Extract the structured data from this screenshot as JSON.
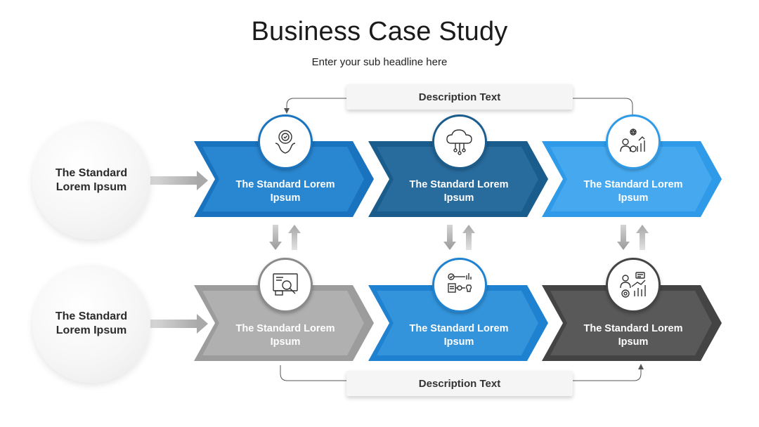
{
  "title": "Business Case Study",
  "subtitle": "Enter your sub headline here",
  "description_top": "Description Text",
  "description_bottom": "Description Text",
  "side_labels": [
    {
      "line1": "The Standard",
      "line2": "Lorem Ipsum"
    },
    {
      "line1": "The Standard",
      "line2": "Lorem Ipsum"
    }
  ],
  "steps": [
    {
      "line1": "The Standard Lorem",
      "line2": "Ipsum",
      "icon": "award-hand-icon",
      "color_outer": "#1a73be",
      "color_inner": "#2b88d2"
    },
    {
      "line1": "The Standard Lorem",
      "line2": "Ipsum",
      "icon": "cloud-network-icon",
      "color_outer": "#1a5c8c",
      "color_inner": "#2a6d9e"
    },
    {
      "line1": "The Standard Lorem",
      "line2": "Ipsum",
      "icon": "team-growth-icon",
      "color_outer": "#2e9ae8",
      "color_inner": "#49abef"
    },
    {
      "line1": "The Standard Lorem",
      "line2": "Ipsum",
      "icon": "board-search-icon",
      "color_outer": "#9c9c9c",
      "color_inner": "#b3b3b3"
    },
    {
      "line1": "The Standard Lorem",
      "line2": "Ipsum",
      "icon": "process-idea-icon",
      "color_outer": "#1f82d0",
      "color_inner": "#3596dc"
    },
    {
      "line1": "The Standard Lorem",
      "line2": "Ipsum",
      "icon": "business-analytics-icon",
      "color_outer": "#444444",
      "color_inner": "#5c5c5c"
    }
  ],
  "colors": {
    "blue_ring": "#1a73be",
    "gray_ring": "#8a8a8a",
    "connector": "#555555"
  }
}
